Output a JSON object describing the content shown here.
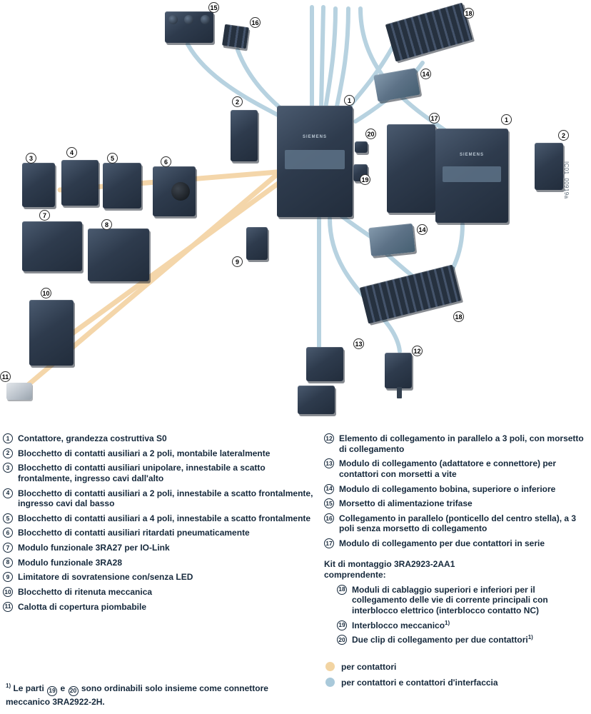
{
  "colors": {
    "part_dark": "#2e3b4d",
    "part_slate": "#5d7287",
    "wire_blue": "#b7d2e0",
    "wire_tan": "#f4d6aa",
    "text": "#16293c",
    "key_tan": "#f2d4a2",
    "key_blue": "#a9c9da"
  },
  "diagram": {
    "image_id": "IC01_00919a",
    "contactor_label": "SIEMENS",
    "callouts": [
      {
        "n": "15"
      },
      {
        "n": "16"
      },
      {
        "n": "18"
      },
      {
        "n": "14"
      },
      {
        "n": "1"
      },
      {
        "n": "2"
      },
      {
        "n": "17"
      },
      {
        "n": "1"
      },
      {
        "n": "20"
      },
      {
        "n": "2"
      },
      {
        "n": "3"
      },
      {
        "n": "4"
      },
      {
        "n": "5"
      },
      {
        "n": "6"
      },
      {
        "n": "19"
      },
      {
        "n": "7"
      },
      {
        "n": "8"
      },
      {
        "n": "14"
      },
      {
        "n": "9"
      },
      {
        "n": "10"
      },
      {
        "n": "18"
      },
      {
        "n": "13"
      },
      {
        "n": "12"
      },
      {
        "n": "11"
      }
    ]
  },
  "legend": {
    "left": [
      {
        "n": "1",
        "text": "Contattore, grandezza costruttiva S0"
      },
      {
        "n": "2",
        "text": "Blocchetto di contatti ausiliari a 2 poli, montabile lateralmente"
      },
      {
        "n": "3",
        "text": "Blocchetto di contatti ausiliari unipolare, innestabile a scatto frontalmente, ingresso cavi dall'alto"
      },
      {
        "n": "4",
        "text": "Blocchetto di contatti ausiliari a 2 poli, innestabile a scatto frontalmente, ingresso cavi dal basso"
      },
      {
        "n": "5",
        "text": "Blocchetto di contatti ausiliari a 4 poli, innestabile a scatto frontalmente"
      },
      {
        "n": "6",
        "text": "Blocchetto di contatti ausiliari ritardati pneumaticamente"
      },
      {
        "n": "7",
        "text": "Modulo funzionale 3RA27 per IO-Link"
      },
      {
        "n": "8",
        "text": "Modulo funzionale 3RA28"
      },
      {
        "n": "9",
        "text": "Limitatore di sovratensione con/senza LED"
      },
      {
        "n": "10",
        "text": "Blocchetto di ritenuta meccanica"
      },
      {
        "n": "11",
        "text": "Calotta di copertura piombabile"
      }
    ],
    "right": [
      {
        "n": "12",
        "text": "Elemento di collegamento in parallelo a 3 poli, con morsetto di collegamento"
      },
      {
        "n": "13",
        "text": "Modulo di collegamento (adattatore e connettore) per contattori con morsetti a vite"
      },
      {
        "n": "14",
        "text": "Modulo di collegamento bobina, superiore o inferiore"
      },
      {
        "n": "15",
        "text": "Morsetto di alimentazione trifase"
      },
      {
        "n": "16",
        "text": "Collegamento in parallelo (ponticello del centro stella), a 3 poli senza morsetto di collegamento"
      },
      {
        "n": "17",
        "text": "Modulo di collegamento per due contattori in serie"
      }
    ],
    "kit": {
      "title": "Kit di montaggio 3RA2923-2AA1",
      "subtitle": "comprendente:",
      "items": [
        {
          "n": "18",
          "text": "Moduli di cablaggio superiori e inferiori per il collegamento delle vie di corrente principali con interblocco elettrico (interblocco contatto NC)",
          "sup": ""
        },
        {
          "n": "19",
          "text": "Interblocco meccanico",
          "sup": "1)"
        },
        {
          "n": "20",
          "text": "Due clip di collegamento per due contattori",
          "sup": "1)"
        }
      ]
    },
    "color_key": [
      {
        "color": "#f2d4a2",
        "label": "per contattori"
      },
      {
        "color": "#a9c9da",
        "label": "per contattori e contattori d'interfaccia"
      }
    ],
    "footnote": {
      "sup": "1)",
      "pre": "Le parti",
      "n1": "19",
      "mid": "e",
      "n2": "20",
      "post": "sono ordinabili solo insieme come connettore meccanico 3RA2922-2H."
    }
  }
}
